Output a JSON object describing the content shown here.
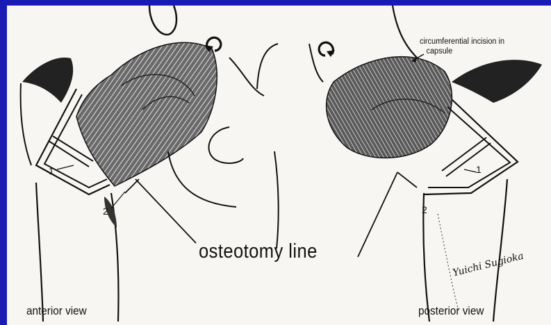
{
  "labels": {
    "osteotomy": "osteotomy line",
    "anterior": "anterior view",
    "posterior": "posterior view",
    "incision_line1": "circumferential incision in",
    "incision_line2": "capsule",
    "num1_left": "1",
    "num2_left": "2",
    "num1_right": "1",
    "num2_right": "2",
    "signature": "Yuichi Sugioka"
  },
  "colors": {
    "frame": "#1a1ab4",
    "paper": "#f7f6f2",
    "ink": "#111111",
    "hatch": "#3a3a3a"
  },
  "icons": {
    "rotation_left": "rotation-arrow-icon",
    "rotation_right": "rotation-arrow-icon"
  }
}
